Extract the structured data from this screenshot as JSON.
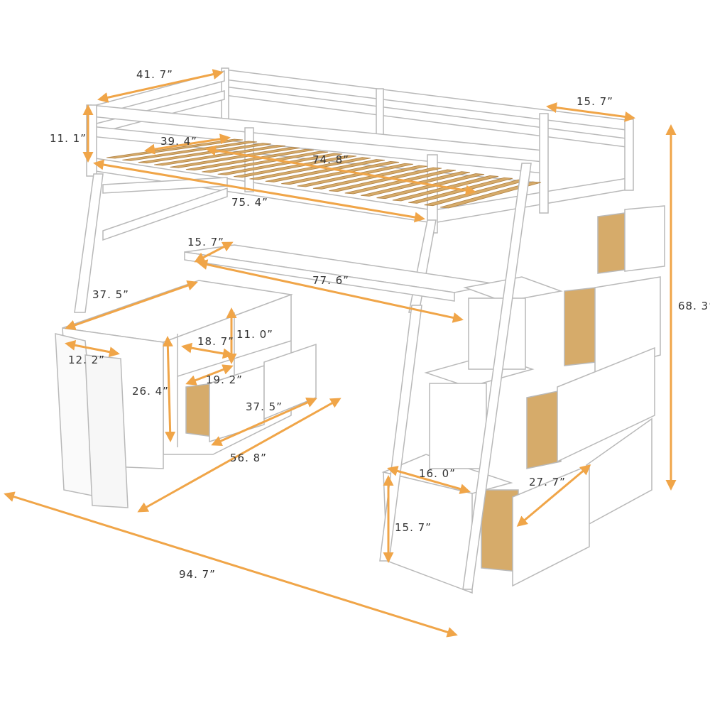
{
  "colors": {
    "arrow": "#f0a548",
    "wood": "#d6ab6a",
    "wood_dark": "#b08245",
    "frame": "#ffffff",
    "frame_stroke": "#b9b9b9",
    "shadow": "#e6e6e6",
    "label_text": "#333333"
  },
  "dimensions": {
    "rail_width": "41. 7”",
    "rail_height": "11. 1”",
    "slat_width": "39. 4”",
    "slat_length": "74. 8”",
    "frame_length": "75. 4”",
    "stair_top_width": "15. 7”",
    "overall_height": "68. 3”",
    "desk_depth": "15. 7”",
    "desk_length": "77. 6”",
    "cabinet_width": "37. 5”",
    "cabinet_depth": "12. 2”",
    "cabinet_height": "26. 4”",
    "shelf_width": "18. 7”",
    "shelf_height": "11. 0”",
    "drawer_width": "19. 2”",
    "drawer_run": "37. 5”",
    "desk_total": "56. 8”",
    "step_width": "16. 0”",
    "stair_drawer": "27. 7”",
    "step_height": "15. 7”",
    "overall_length": "94. 7”"
  }
}
